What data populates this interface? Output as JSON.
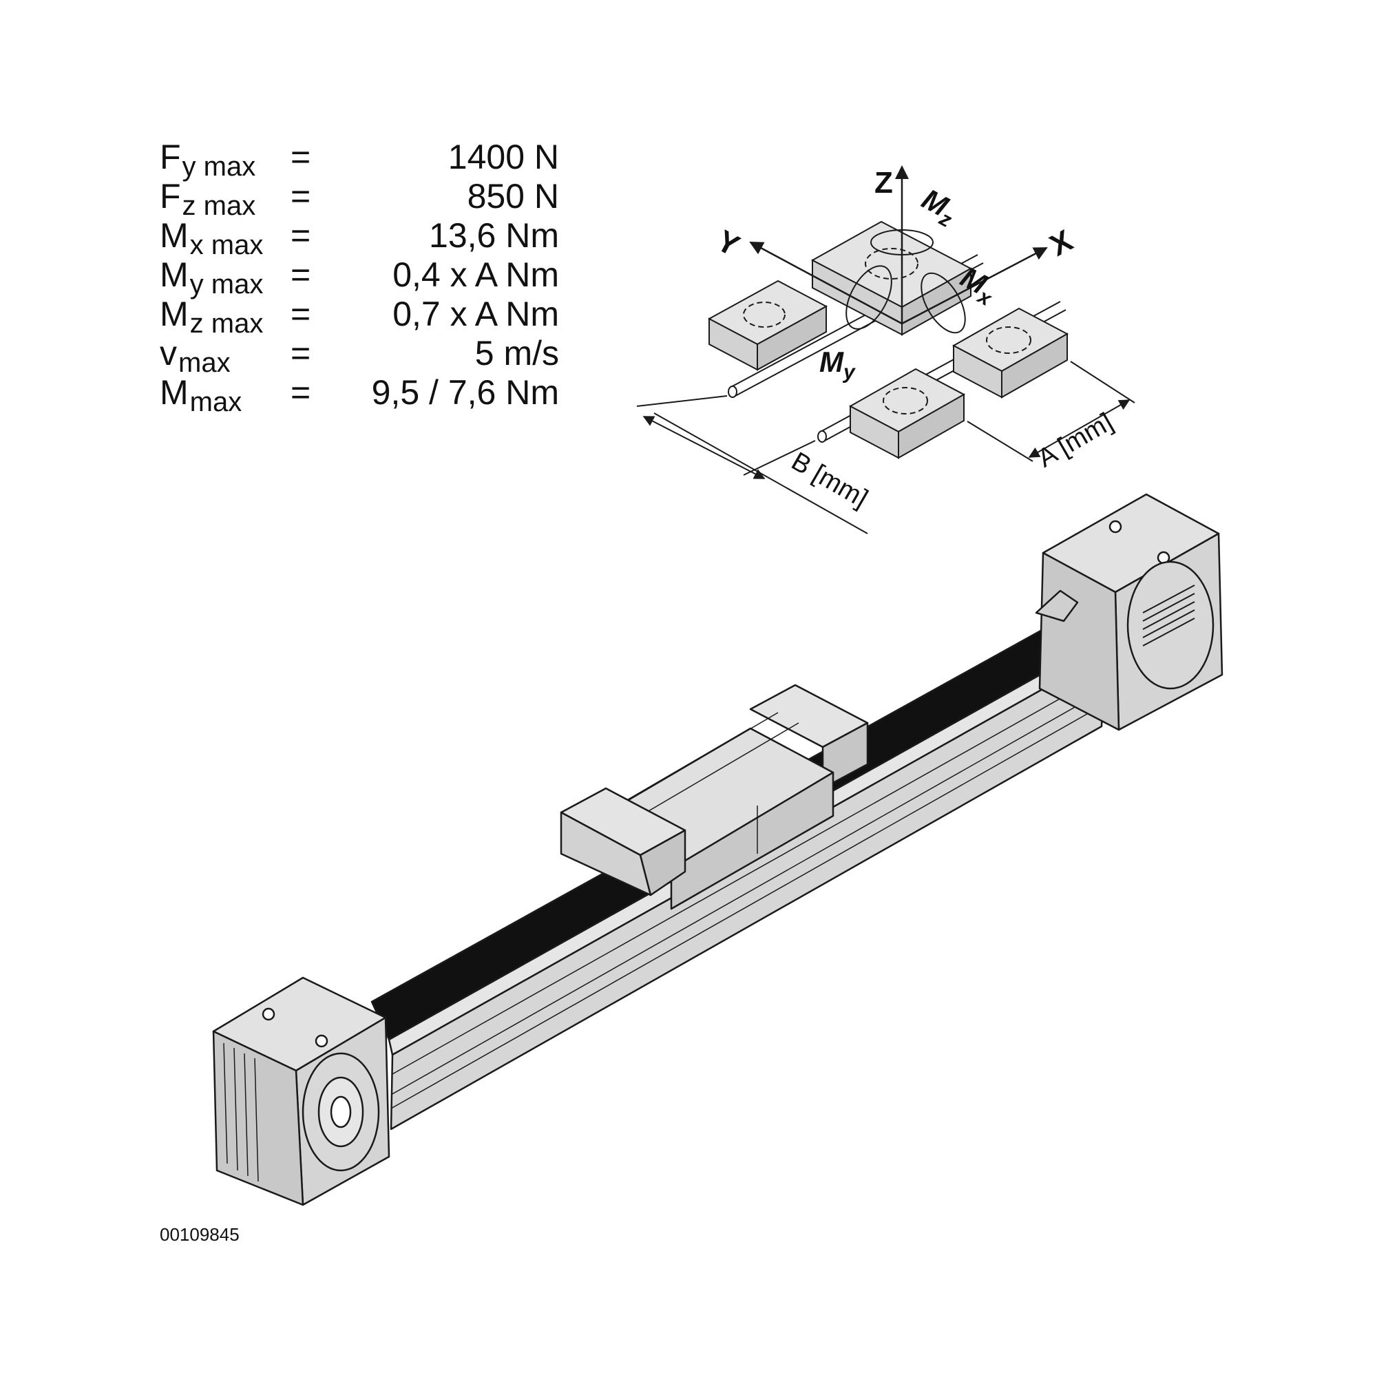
{
  "specs": [
    {
      "symbol": "F",
      "sub": "y max",
      "eq": "=",
      "value": "1400 N"
    },
    {
      "symbol": "F",
      "sub": "z max",
      "eq": "=",
      "value": "850 N"
    },
    {
      "symbol": "M",
      "sub": "x max",
      "eq": "=",
      "value": "13,6 Nm"
    },
    {
      "symbol": "M",
      "sub": "y max",
      "eq": "=",
      "value": "0,4 x A Nm"
    },
    {
      "symbol": "M",
      "sub": "z max",
      "eq": "=",
      "value": "0,7 x A Nm"
    },
    {
      "symbol": "v",
      "sub": "max",
      "eq": "=",
      "value": "5 m/s"
    },
    {
      "symbol": "M",
      "sub": "max",
      "eq": "=",
      "value": "9,5 / 7,6 Nm"
    }
  ],
  "axes": {
    "x": "X",
    "y": "Y",
    "z": "Z"
  },
  "moments": {
    "mx": {
      "main": "M",
      "sub": "x"
    },
    "my": {
      "main": "M",
      "sub": "y"
    },
    "mz": {
      "main": "M",
      "sub": "z"
    }
  },
  "dimensions": {
    "a": "A [mm]",
    "b": "B [mm]"
  },
  "image_code": "00109845",
  "colors": {
    "metal": "#d6d6d6",
    "metal_dark": "#bdbdbd",
    "outline": "#1a1a1a",
    "belt": "#111111"
  }
}
